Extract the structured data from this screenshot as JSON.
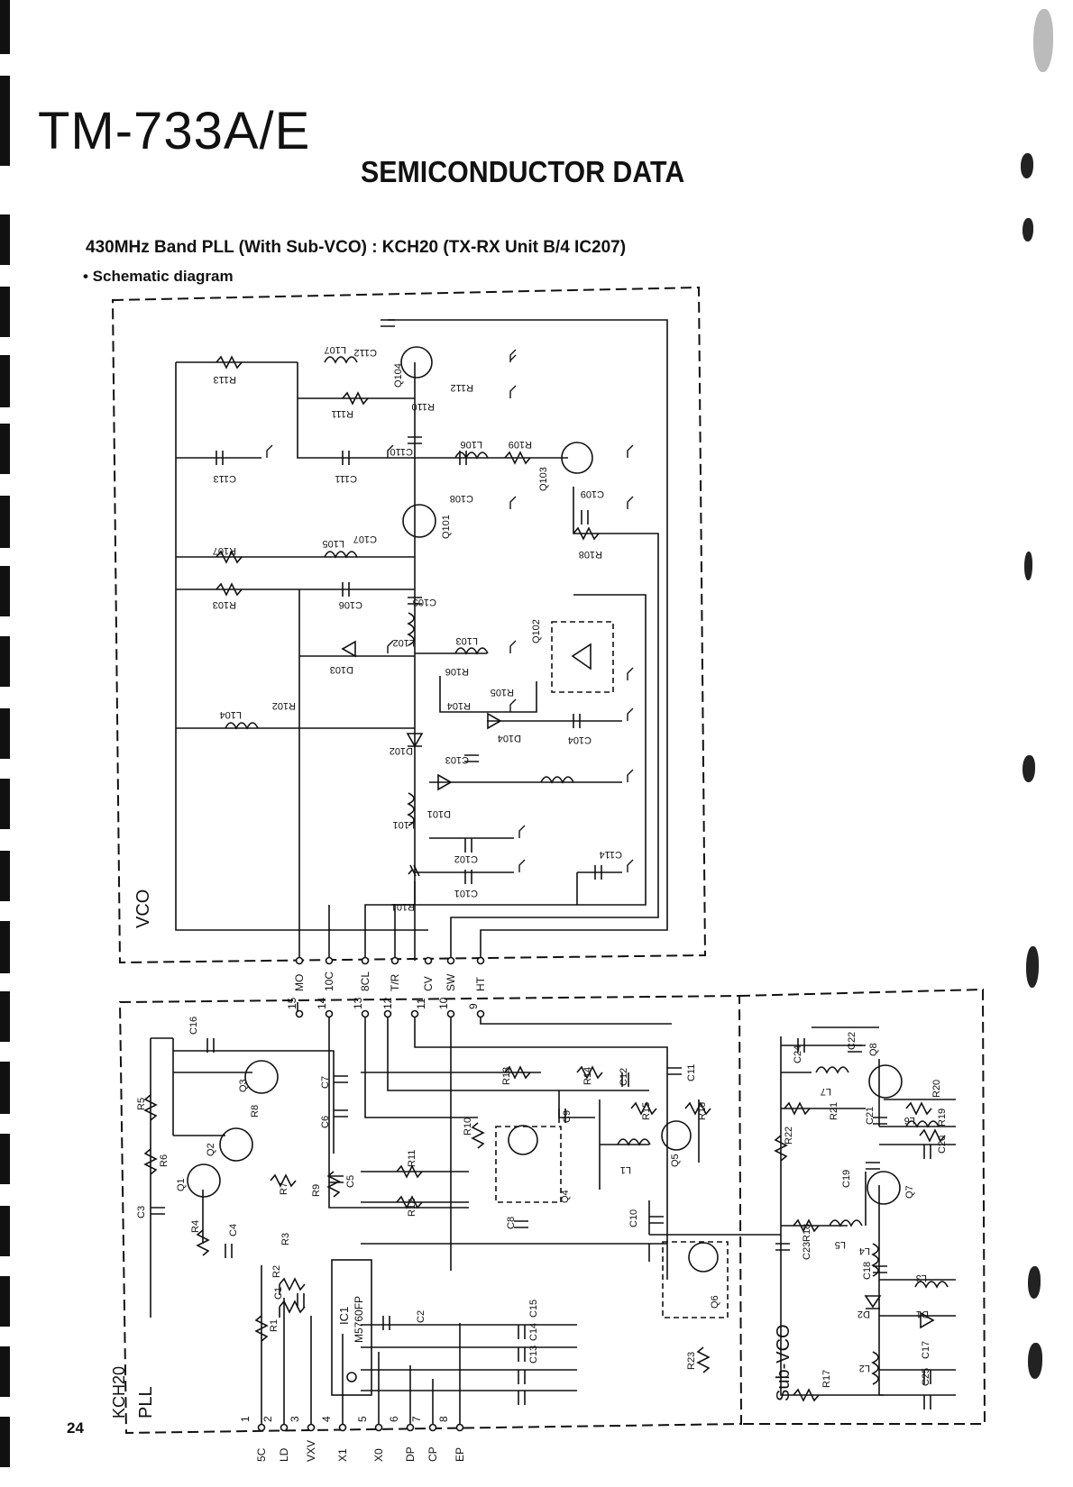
{
  "page": {
    "model": "TM-733A/E",
    "section": "SEMICONDUCTOR DATA",
    "subtitle": "430MHz Band PLL (With Sub-VCO) : KCH20 (TX-RX Unit B/4 IC207)",
    "caption": "• Schematic diagram",
    "page_number": "24"
  },
  "blocks": {
    "vco": "VCO",
    "pll": "PLL",
    "sub_vco": "Sub-VCO",
    "module": "KCH20"
  },
  "ic": {
    "ref": "IC1",
    "part": "M5760FP"
  },
  "vco_components": {
    "transistors": [
      "Q101",
      "Q102",
      "Q103",
      "Q104"
    ],
    "diodes": [
      "D101",
      "D102",
      "D103",
      "D104"
    ],
    "inductors": [
      "L101",
      "L102",
      "L103",
      "L104",
      "L105",
      "L106",
      "L107"
    ],
    "resistors": [
      "R101",
      "R102",
      "R103",
      "R104",
      "R105",
      "R106",
      "R107",
      "R108",
      "R109",
      "R110",
      "R111",
      "R112",
      "R113"
    ],
    "capacitors": [
      "C101",
      "C102",
      "C103",
      "C104",
      "C105",
      "C106",
      "C107",
      "C108",
      "C109",
      "C110",
      "C111",
      "C112",
      "C113",
      "C114"
    ]
  },
  "pll_components": {
    "transistors": [
      "Q1",
      "Q2",
      "Q3",
      "Q4",
      "Q5",
      "Q6"
    ],
    "resistors": [
      "R1",
      "R2",
      "R3",
      "R4",
      "R5",
      "R6",
      "R7",
      "R8",
      "R9",
      "R10",
      "R11",
      "R12",
      "R13",
      "R14",
      "R15",
      "R16",
      "R23"
    ],
    "inductors": [
      "L1"
    ],
    "capacitors": [
      "C1",
      "C2",
      "C3",
      "C4",
      "C5",
      "C6",
      "C7",
      "C8",
      "C9",
      "C10",
      "C11",
      "C12",
      "C13",
      "C14",
      "C15",
      "C16"
    ]
  },
  "subvco_components": {
    "transistors": [
      "Q7",
      "Q8"
    ],
    "diodes": [
      "D1",
      "D2"
    ],
    "inductors": [
      "L2",
      "L3",
      "L4",
      "L5",
      "L6",
      "L7"
    ],
    "resistors": [
      "R17",
      "R18",
      "R19",
      "R20",
      "R21",
      "R22"
    ],
    "capacitors": [
      "C17",
      "C18",
      "C19",
      "C20",
      "C21",
      "C22",
      "C23",
      "C24",
      "C25"
    ]
  },
  "top_pins": [
    {
      "num": "15",
      "name": "MO"
    },
    {
      "num": "14",
      "name": "10C"
    },
    {
      "num": "13",
      "name": "8CL"
    },
    {
      "num": "12",
      "name": "T/R"
    },
    {
      "num": "11",
      "name": "CV"
    },
    {
      "num": "10",
      "name": "SW"
    },
    {
      "num": "9",
      "name": "HT"
    }
  ],
  "bottom_pins": [
    {
      "num": "1",
      "name": "5C"
    },
    {
      "num": "2",
      "name": "LD"
    },
    {
      "num": "3",
      "name": "VXV"
    },
    {
      "num": "4",
      "name": "X1"
    },
    {
      "num": "5",
      "name": "X0"
    },
    {
      "num": "6",
      "name": "DP"
    },
    {
      "num": "7",
      "name": "CP"
    },
    {
      "num": "8",
      "name": "EP"
    }
  ]
}
